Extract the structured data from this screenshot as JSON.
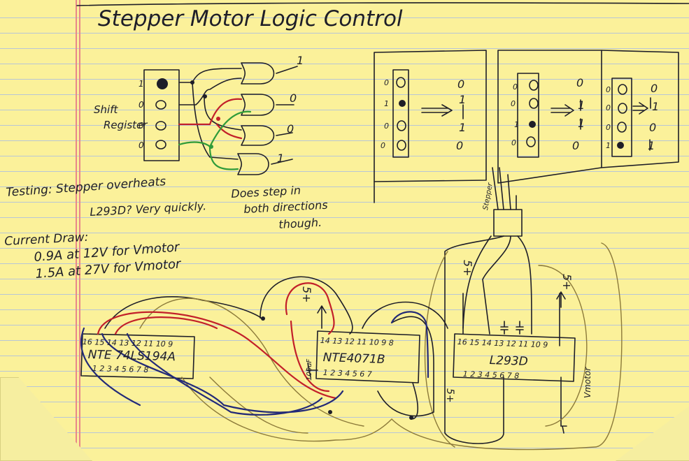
{
  "title": "Stepper Motor Logic Control",
  "shift_register": {
    "label_line1": "Shift",
    "label_line2": "Register",
    "bit_labels": [
      "1",
      "0",
      "0",
      "0"
    ],
    "output_labels": [
      "1",
      "0",
      "0",
      "1"
    ]
  },
  "step_diagrams": {
    "panel1": {
      "left_labels": [
        "0",
        "1",
        "0",
        "0"
      ],
      "right_labels": [
        "0",
        "1",
        "1",
        "0"
      ]
    },
    "panel2": {
      "left_labels": [
        "0",
        "0",
        "1",
        "0"
      ],
      "right_labels": [
        "0",
        "1",
        "1",
        "0"
      ]
    },
    "panel3": {
      "left_labels": [
        "0",
        "0",
        "0",
        "1"
      ],
      "right_labels": [
        "0",
        "1",
        "0",
        "1"
      ]
    }
  },
  "notes": {
    "testing_line1": "Testing: Stepper overheats",
    "testing_line2": "L293D? Very quickly.",
    "does_step_line1": "Does step in",
    "does_step_line2": "both directions",
    "does_step_line3": "though.",
    "current_heading": "Current Draw:",
    "current_line1": "0.9A  at 12V  for Vmotor",
    "current_line2": "1.5A  at 27V  for Vmotor"
  },
  "chips": {
    "shift": {
      "label": "NTE 74LS194A",
      "top_pins": "16 15 14 13 12 11 10 9",
      "bottom_pins": "1 2 3 4 5 6 7 8"
    },
    "or_gate": {
      "label": "NTE4071B",
      "top_pins": "14 13 12 11 10 9 8",
      "bottom_pins": "1 2 3 4 5 6 7"
    },
    "driver": {
      "label": "L293D",
      "top_pins": "16 15 14 13 12 11 10 9",
      "bottom_pins": "1 2 3 4 5 6 7 8"
    }
  },
  "supply_labels": {
    "vplus": "5+",
    "vmotor": "Vmotor",
    "cap": "100uF",
    "connector": "Stepper"
  },
  "colors": {
    "paper": "#fbf19a",
    "rule_line": "#b8c6d6",
    "margin": "#e8878a",
    "ink": "#1e1e28",
    "red": "#c2202a",
    "green": "#2f9b3a",
    "blue": "#232a78"
  }
}
